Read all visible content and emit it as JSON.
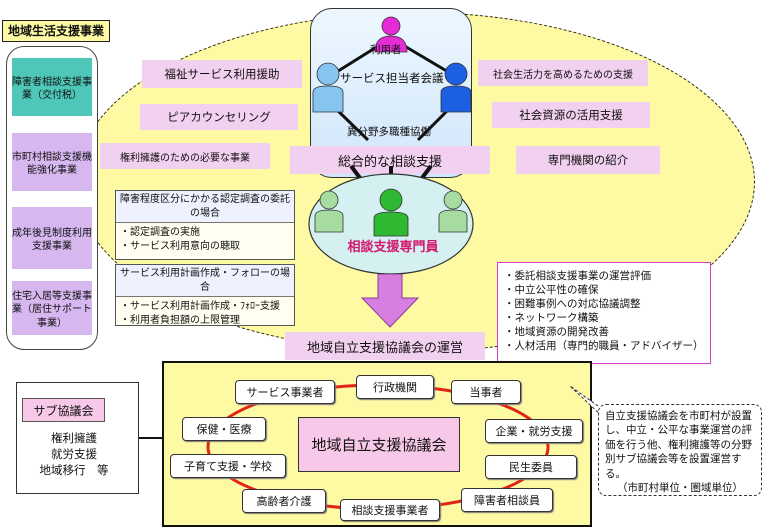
{
  "side": {
    "title": "地域生活支援事業",
    "items": [
      {
        "label": "障害者相談支援事業（交付税）"
      },
      {
        "label": "市町村相談支援機能強化事業"
      },
      {
        "label": "成年後見制度利用支援事業"
      },
      {
        "label": "住宅入居等支援事業（居住サポート事業）"
      }
    ]
  },
  "top": {
    "user_label": "利用者",
    "meeting_label": "サービス担当者会議",
    "cooperation_label": "異分野多職種協働"
  },
  "pills": {
    "welfare_service": "福祉サービス利用援助",
    "peer_counseling": "ピアカウンセリング",
    "rights_protection": "権利擁護のための必要な事業",
    "social_life": "社会生活力を高めるための支援",
    "social_resources": "社会資源の活用支援",
    "comprehensive": "総合的な相談支援",
    "specialist_intro": "専門機関の紹介"
  },
  "specialist": {
    "label": "相談支援専門員"
  },
  "notes": {
    "certification": {
      "header": "障害程度区分にかかる認定調査の委託の場合",
      "items": [
        "・認定調査の実施",
        "・サービス利用意向の聴取"
      ]
    },
    "planning": {
      "header": "サービス利用計画作成・フォローの場合",
      "items": [
        "・サービス利用計画作成・ﾌｫﾛｰ支援",
        "・利用者負担額の上限管理"
      ]
    }
  },
  "evaluation_items": [
    "委託相談支援事業の運営評価",
    "中立公平性の確保",
    "困難事例への対応協議調整",
    "ネットワーク構築",
    "地域資源の開発改善",
    "人材活用（専門的職員・アドバイザー）"
  ],
  "council": {
    "operation_label": "地域自立支援協議会の運営",
    "center": "地域自立支援協議会",
    "nodes": [
      "サービス事業者",
      "行政機関",
      "当事者",
      "企業・就労支援",
      "民生委員",
      "障害者相談員",
      "相談支援事業者",
      "高齢者介護",
      "子育て支援・学校",
      "保健・医療"
    ]
  },
  "sub_council": {
    "title": "サブ協議会",
    "items": [
      "権利擁護",
      "就労支援",
      "地域移行　等"
    ]
  },
  "callout": {
    "text": "自立支援協議会を市町村が設置し、中立・公平な事業運営の評価を行う他、権利擁護等の分野別サブ協議会等を設置運営する。",
    "foot": "（市町村単位・圏域単位）"
  },
  "colors": {
    "ellipse_fill": "#fdfaa3",
    "pill_fill": "#f2d0ef",
    "specialist_text": "#d2196e",
    "person_magenta": "#e62cd6",
    "person_blue": "#1c5fe0",
    "person_lightblue": "#86c5f0",
    "person_green": "#2fb832",
    "ring_red": "#e2231a",
    "arrow_fill": "#d77fe0"
  }
}
